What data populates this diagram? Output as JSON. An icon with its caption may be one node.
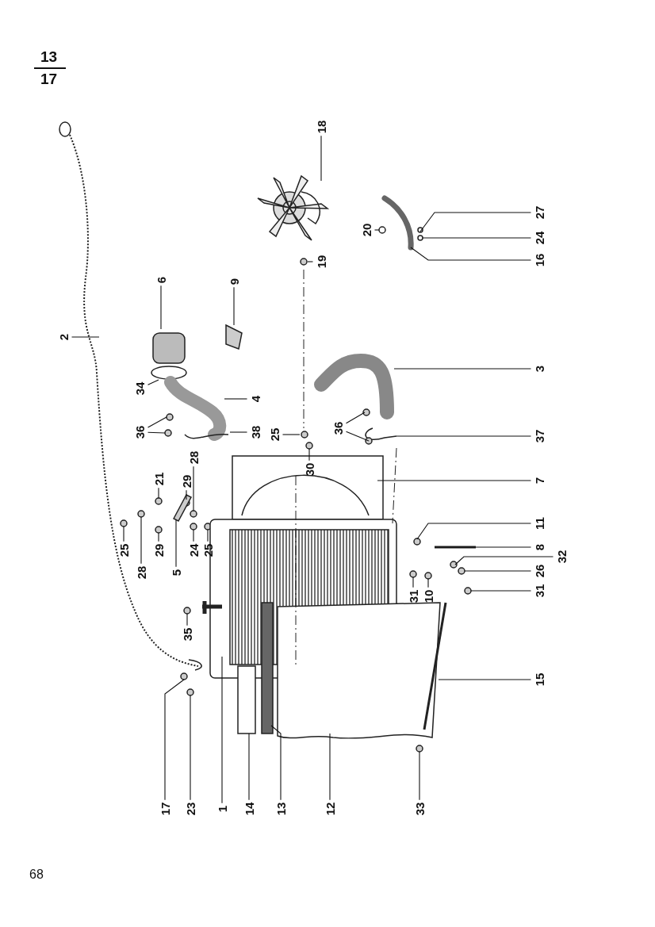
{
  "diagram": {
    "nodes": [
      {
        "text": [
          "2"
        ]
      },
      {
        "text": [
          "6"
        ]
      },
      {
        "text": [
          "9"
        ]
      },
      {
        "text": [
          "18"
        ]
      },
      {
        "text": [
          "20"
        ]
      },
      {
        "text": [
          "19"
        ]
      },
      {
        "text": [
          "27"
        ]
      },
      {
        "text": [
          "24"
        ]
      },
      {
        "text": [
          "16"
        ]
      },
      {
        "text": [
          "34"
        ]
      },
      {
        "text": [
          "4"
        ]
      },
      {
        "text": [
          "36"
        ]
      },
      {
        "text": [
          "38"
        ]
      },
      {
        "text": [
          "3"
        ]
      },
      {
        "text": [
          "25"
        ]
      },
      {
        "text": [
          "30"
        ]
      },
      {
        "text": [
          "36"
        ]
      },
      {
        "text": [
          "37"
        ]
      },
      {
        "text": [
          "28"
        ]
      },
      {
        "text": [
          "21"
        ]
      },
      {
        "text": [
          "29"
        ]
      },
      {
        "text": [
          "7"
        ]
      },
      {
        "text": [
          "25"
        ]
      },
      {
        "text": [
          "28"
        ]
      },
      {
        "text": [
          "29"
        ]
      },
      {
        "text": [
          "5"
        ]
      },
      {
        "text": [
          "24"
        ]
      },
      {
        "text": [
          "25"
        ]
      },
      {
        "text": [
          "11"
        ]
      },
      {
        "text": [
          "8"
        ]
      },
      {
        "text": [
          "32"
        ]
      },
      {
        "text": [
          "26"
        ]
      },
      {
        "text": [
          "31"
        ]
      },
      {
        "text": [
          "31"
        ]
      },
      {
        "text": [
          "10"
        ]
      },
      {
        "text": [
          "35"
        ]
      },
      {
        "text": [
          "15"
        ]
      },
      {
        "text": [
          "17"
        ]
      },
      {
        "text": [
          "23"
        ]
      },
      {
        "text": [
          "1"
        ]
      },
      {
        "text": [
          "14"
        ]
      },
      {
        "text": [
          "13"
        ]
      },
      {
        "text": [
          "12"
        ]
      },
      {
        "text": [
          "33"
        ]
      }
    ],
    "edges": [
      {
        "from": 0,
        "to": null,
        "arrow": "none"
      },
      {
        "from": 1,
        "to": null,
        "arrow": "none"
      },
      {
        "from": 2,
        "to": null,
        "arrow": "none"
      },
      {
        "from": 3,
        "to": null,
        "arrow": "none"
      },
      {
        "from": 4,
        "to": null,
        "arrow": "none"
      },
      {
        "from": 5,
        "to": null,
        "arrow": "none"
      },
      {
        "from": 6,
        "to": null,
        "arrow": "none"
      },
      {
        "from": 7,
        "to": null,
        "arrow": "none"
      },
      {
        "from": 8,
        "to": null,
        "arrow": "none"
      },
      {
        "from": 9,
        "to": null,
        "arrow": "none"
      },
      {
        "from": 10,
        "to": null,
        "arrow": "none"
      },
      {
        "from": 11,
        "to": null,
        "arrow": "none"
      },
      {
        "from": 11,
        "to": null,
        "arrow": "none"
      },
      {
        "from": 12,
        "to": null,
        "arrow": "none"
      },
      {
        "from": 13,
        "to": null,
        "arrow": "none"
      },
      {
        "from": 14,
        "to": null,
        "arrow": "none"
      },
      {
        "from": 15,
        "to": null,
        "arrow": "none"
      },
      {
        "from": 16,
        "to": null,
        "arrow": "none"
      },
      {
        "from": 16,
        "to": null,
        "arrow": "none"
      },
      {
        "from": 17,
        "to": null,
        "arrow": "none"
      },
      {
        "from": 18,
        "to": null,
        "arrow": "none"
      },
      {
        "from": 19,
        "to": null,
        "arrow": "none"
      },
      {
        "from": 20,
        "to": null,
        "arrow": "none"
      },
      {
        "from": 21,
        "to": null,
        "arrow": "none"
      },
      {
        "from": 22,
        "to": null,
        "arrow": "none"
      },
      {
        "from": 23,
        "to": null,
        "arrow": "none"
      },
      {
        "from": 24,
        "to": null,
        "arrow": "none"
      },
      {
        "from": 25,
        "to": null,
        "arrow": "none"
      },
      {
        "from": 26,
        "to": null,
        "arrow": "none"
      },
      {
        "from": 27,
        "to": null,
        "arrow": "none"
      },
      {
        "from": 28,
        "to": null,
        "arrow": "none"
      },
      {
        "from": 29,
        "to": null,
        "arrow": "none"
      },
      {
        "from": 30,
        "to": null,
        "arrow": "none"
      },
      {
        "from": 31,
        "to": null,
        "arrow": "none"
      },
      {
        "from": 32,
        "to": null,
        "arrow": "none"
      },
      {
        "from": 33,
        "to": null,
        "arrow": "none"
      },
      {
        "from": 34,
        "to": null,
        "arrow": "none"
      },
      {
        "from": 35,
        "to": null,
        "arrow": "none"
      },
      {
        "from": 36,
        "to": null,
        "arrow": "none"
      },
      {
        "from": 37,
        "to": null,
        "arrow": "none"
      },
      {
        "from": 38,
        "to": null,
        "arrow": "none"
      },
      {
        "from": 39,
        "to": null,
        "arrow": "none"
      },
      {
        "from": 40,
        "to": null,
        "arrow": "none"
      },
      {
        "from": 41,
        "to": null,
        "arrow": "none"
      },
      {
        "from": 42,
        "to": null,
        "arrow": "none"
      },
      {
        "from": 43,
        "to": null,
        "arrow": "none"
      }
    ],
    "labels": [
      "13",
      "17",
      "68"
    ]
  }
}
